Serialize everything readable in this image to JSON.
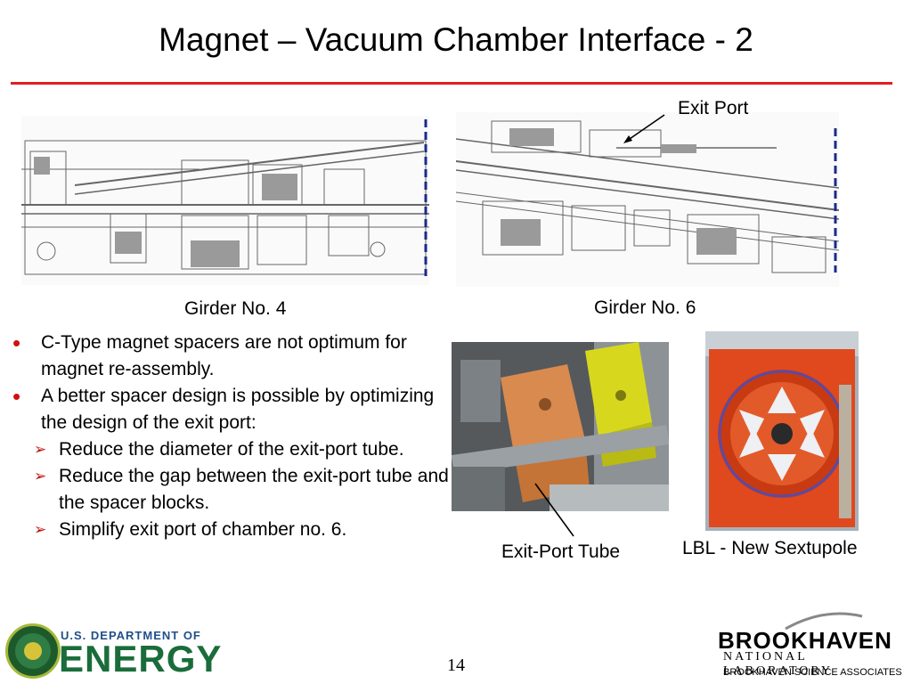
{
  "slide": {
    "title": "Magnet – Vacuum Chamber Interface - 2",
    "page_number": "14"
  },
  "drawings": {
    "left_caption": "Girder No. 4",
    "right_caption": "Girder No. 6",
    "exit_port_label": "Exit Port"
  },
  "bullets": {
    "items": [
      {
        "text": "C-Type magnet spacers are not optimum for magnet re-assembly."
      },
      {
        "text": "A better spacer design is possible by optimizing the design of the exit port:"
      }
    ],
    "sub_items": [
      {
        "text": "Reduce the diameter of the exit-port tube."
      },
      {
        "text": "Reduce the gap between the exit-port tube and the spacer blocks."
      },
      {
        "text": "Simplify exit port of chamber no. 6."
      }
    ]
  },
  "photos": {
    "left_caption": "Exit-Port Tube",
    "right_caption": "LBL -  New Sextupole"
  },
  "footer": {
    "doe_line1": "U.S. DEPARTMENT OF",
    "doe_line2": "ENERGY",
    "bnl_line1": "BROOKHAVEN",
    "bnl_line2": "NATIONAL LABORATORY",
    "bnl_line3": "BROOKHAVEN SCIENCE ASSOCIATES"
  },
  "colors": {
    "rule": "#e02020",
    "bullet": "#d01010",
    "dashed_marker": "#1a2a8a",
    "doe_green": "#1a6d3a",
    "doe_blue": "#1f4f8a"
  }
}
